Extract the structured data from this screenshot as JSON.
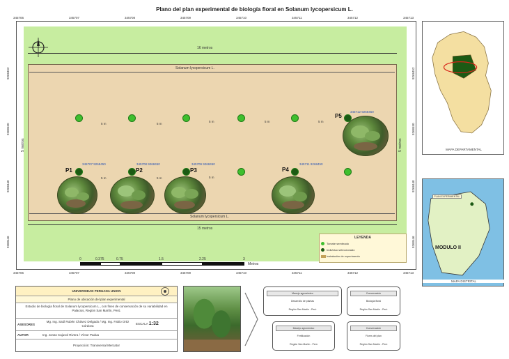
{
  "title": "Plano del plan experimental de biología floral en Solanum lycopersicum L.",
  "coords": {
    "top_x": [
      "345706",
      "345707",
      "345708",
      "345709",
      "345710",
      "345711",
      "345712",
      "345713"
    ],
    "bottom_x": [
      "345706",
      "345707",
      "345708",
      "345709",
      "345710",
      "345711",
      "345712",
      "345713"
    ],
    "left_y": [
      "9268452",
      "9268450",
      "9268448",
      "9268446"
    ],
    "right_y": [
      "9268452",
      "9268450",
      "9268448",
      "9268446"
    ]
  },
  "field": {
    "top_width": "16 metros",
    "bottom_width": "15 metros",
    "left_height": "5 metros",
    "right_height": "5 metros",
    "top_row_label": "Solanum lycopersicum L.",
    "bottom_row_label": "Solanum lycopersicum L.",
    "spacing": [
      "5 m",
      "5 m",
      "5 m",
      "5 m",
      "5 m"
    ],
    "spacing_bottom": [
      "5 m",
      "5 m",
      "5 m"
    ]
  },
  "plants": [
    {
      "name": "P1",
      "coord": "345707 9268450"
    },
    {
      "name": "P2",
      "coord": "345708 9268450"
    },
    {
      "name": "P3",
      "coord": "345709 9268450"
    },
    {
      "name": "P4",
      "coord": "345711 9268450"
    },
    {
      "name": "P5",
      "coord": "345712 9268450"
    }
  ],
  "scale_bar": {
    "labels": [
      "0",
      "0.375",
      "0.75",
      "1.5",
      "2.25",
      "3"
    ],
    "unit": "Metros"
  },
  "legend": {
    "title": "LEYENDA",
    "items": [
      "Tomate sembrado",
      "Individuo seleccionado",
      "Instalación de experimento"
    ],
    "colors": [
      "#3fbf2e",
      "#1c5a14",
      "#c4a25a"
    ]
  },
  "inset_peru": {
    "label": "MAPA DEPARTAMENTAL"
  },
  "inset_local": {
    "plant_label": "PLAN EXPERIMENTAL",
    "area_label": "MODULO II",
    "caption": "MAPA DISTRITAL"
  },
  "title_block": {
    "institution": "UNIVERSIDAD PERUANA UNION",
    "subtitle": "Plano de ubicación del plan experimental",
    "description": "Estudio de biología floral de Solanum lycopersicum L., con fines de conservación de su variabilidad en Palacios, Región San Martín, Perú.",
    "row1_label": "ASESORES",
    "row1_text": "Mg. Ing. Saúl Rubén Chávez Delgado / Mg. Ing. Fabio Ortiz Córdova",
    "row2_label": "AUTOR",
    "row2_text": "Ing. Jonas Cajusol Rivera / Víctor Padua",
    "scale_label": "ESCALA",
    "scale_value": "1:32",
    "footer": "Proyección: Transversal Mercator"
  },
  "cards": [
    {
      "title": "Manejo agronómico",
      "sub": "Desarrollo de plantas",
      "foot": "Región San Martín - Perú"
    },
    {
      "title": "Conservación",
      "sub": "Biología floral",
      "foot": "Región San Martín - Perú"
    },
    {
      "title": "Manejo agronómico",
      "sub": "Fertilización",
      "foot": "Región San Martín - Perú"
    },
    {
      "title": "Conservación",
      "sub": "Flores del plan",
      "foot": "Región San Martín - Perú"
    }
  ]
}
